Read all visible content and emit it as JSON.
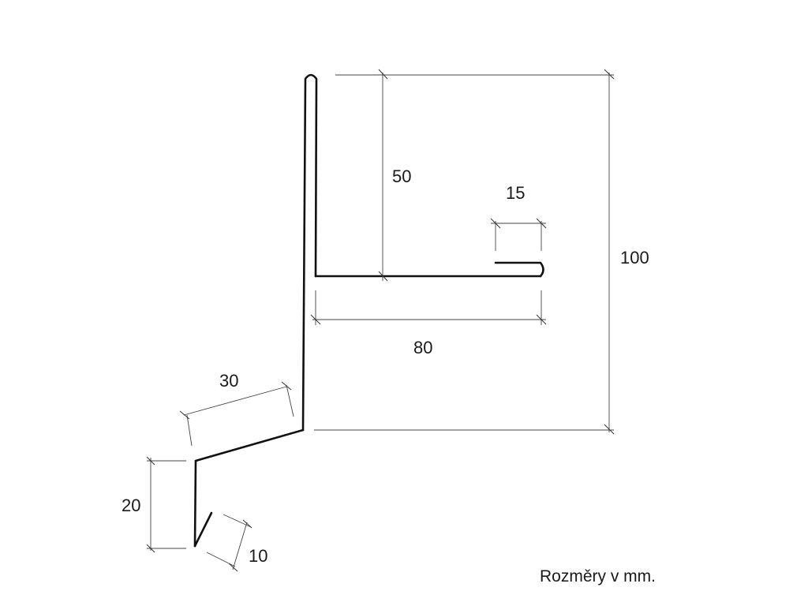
{
  "dimensions": {
    "d100": "100",
    "d50": "50",
    "d15": "15",
    "d80": "80",
    "d30": "30",
    "d20": "20",
    "d10": "10"
  },
  "note": "Rozměry v mm.",
  "colors": {
    "line": "#111111",
    "dimension": "#444444",
    "background": "#ffffff"
  }
}
